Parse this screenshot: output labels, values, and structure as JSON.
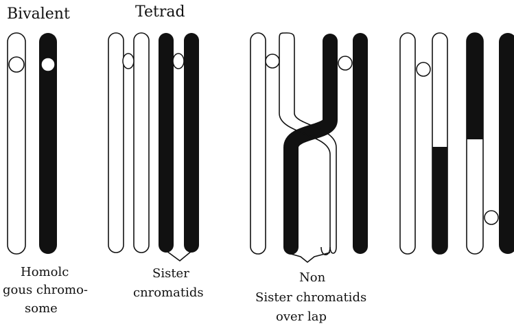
{
  "labels": {
    "bivalent": "Bivalent",
    "tetrad": "Tetrad",
    "homolog_line1": "Homolc",
    "homolog_line2": "gous chromo-",
    "homolog_line3": "some",
    "sister_line1": "Sister",
    "sister_line2": "cnromatids",
    "nonsister_line1": "Non",
    "nonsister_line2": "Sister chromatids",
    "nonsister_line3": "over lap"
  },
  "colors": {
    "ink": "#111111",
    "paper": "#ffffff"
  }
}
